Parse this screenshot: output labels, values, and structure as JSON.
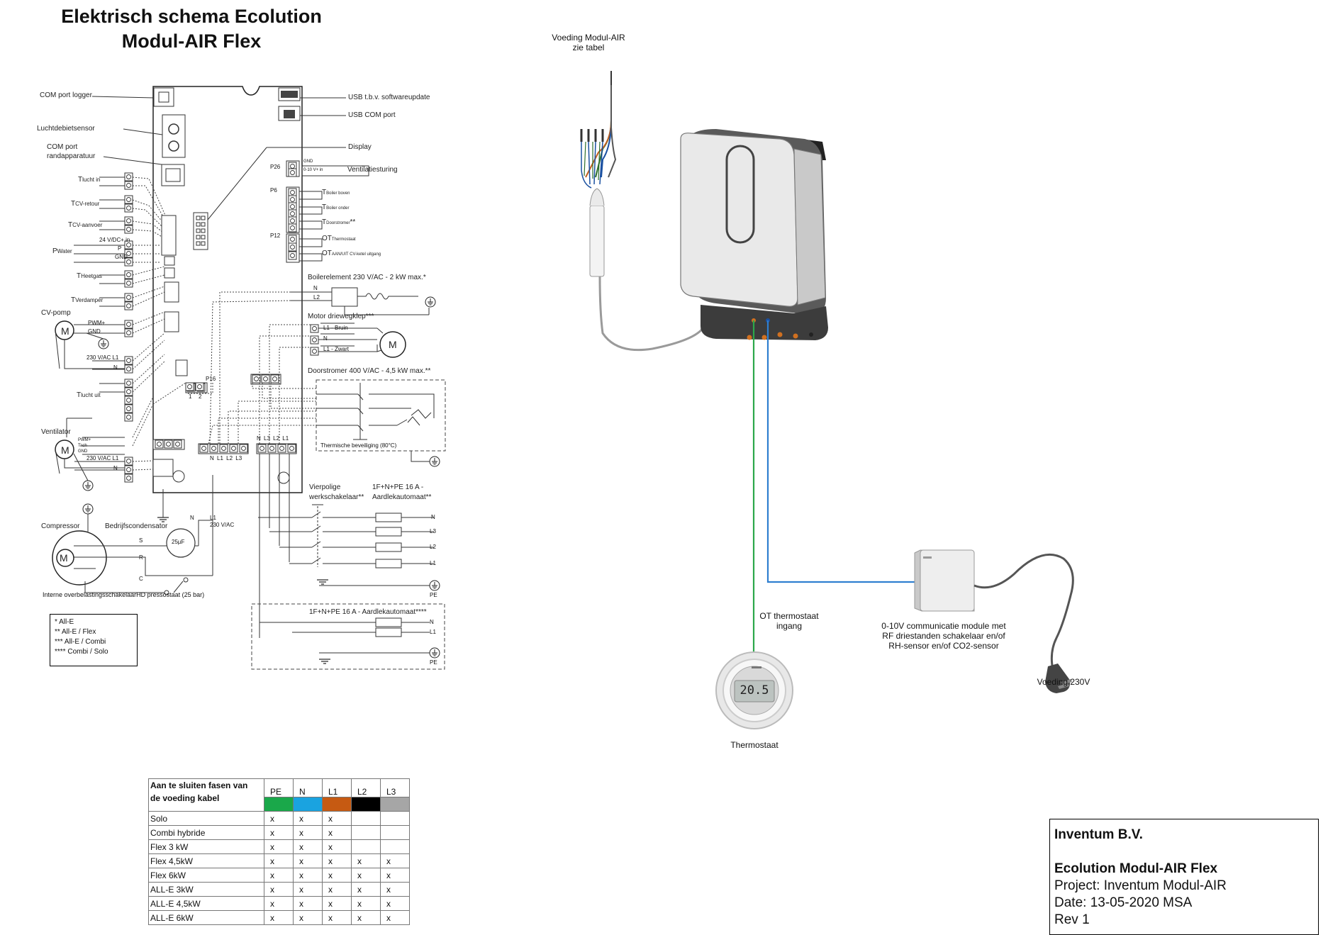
{
  "title": "Elektrisch schema Ecolution Modul-AIR Flex",
  "schematic": {
    "left_labels": {
      "com_logger": "COM port logger",
      "luchtdebiet": "Luchtdebietsensor",
      "com_rand_1": "COM port",
      "com_rand_2": "randapparatuur",
      "t_lucht_in": "T",
      "t_lucht_in_sub": "lucht in",
      "t_cv_retour": "T",
      "t_cv_retour_sub": "CV-retour",
      "t_cv_aanvoer": "T",
      "t_cv_aanvoer_sub": "CV-aanvoer",
      "p_water": "P",
      "p_water_sub": "Water",
      "p_24v": "24 V/DC+ in",
      "p_p": "P",
      "p_gnd": "GND",
      "t_heetgas": "T",
      "t_heetgas_sub": "Heetgas",
      "t_verdamper": "T",
      "t_verdamper_sub": "Verdamper",
      "cv_pomp": "CV-pomp",
      "pwm": "PWM+",
      "gnd": "GND",
      "v230_l1": "230 V/AC  L1",
      "n": "N",
      "t_lucht_uit": "T",
      "t_lucht_uit_sub": "lucht uit",
      "ventilator": "Ventilator",
      "pwm_vent": "PWM+",
      "tach": "Tach",
      "gnd_vent": "GND",
      "v230_l1_vent": "230 V/AC  L1",
      "n_vent": "N",
      "compressor": "Compressor",
      "bedrijfscond": "Bedrijfscondensator",
      "s": "S",
      "r": "R",
      "c": "C",
      "cap_25": "25µF",
      "n_comp": "N",
      "l1_comp": "L1",
      "v230_comp": "230 V/AC",
      "interne": "Interne overbelastingsschakelaar",
      "hd": "HD pressostaat (25 bar)",
      "p16": "P16",
      "p16_1": "1",
      "p16_2": "2"
    },
    "right_labels": {
      "usb_sw": "USB t.b.v. softwareupdate",
      "usb_com": "USB COM port",
      "display": "Display",
      "p26": "P26",
      "p26_gnd": "GND",
      "p26_010": "0-10 V+ in",
      "ventilatie": "Ventilatiesturing",
      "p6": "P6",
      "t_boiler_boven": "T",
      "t_boiler_boven_sub": "Boiler boven",
      "t_boiler_onder": "T",
      "t_boiler_onder_sub": "Boiler onder",
      "t_doorstromer": "T",
      "t_doorstromer_sub": "Doorstromer",
      "t_doorstromer_star": "**",
      "p12": "P12",
      "ot_thermo": "OT",
      "ot_thermo_sub": "Thermostaat",
      "ot_aan": "OT",
      "ot_aan_sub": "AAN/UIT CV-ketel uitgang",
      "boilerelement": "Boilerelement 230 V/AC - 2 kW max.*",
      "be_n": "N",
      "be_l2": "L2",
      "motor": "Motor driewegklep***",
      "m_bruin": "L1 - Bruin",
      "m_n": "N",
      "m_zwart": "L1 - Zwart",
      "doorstromer": "Doorstromer 400 V/AC - 4,5 kW max.**",
      "thermische": "Thermische beveiliging (80°C)",
      "term_left": "N   L1  L2  L3",
      "term_right": "N  L3  L2  L1",
      "vierpolige_1": "Vierpolige",
      "vierpolige_2": "werkschakelaar**",
      "aardlek_1a": "1F+N+PE 16 A -",
      "aardlek_1b": "Aardlekautomaat**",
      "out_n": "N",
      "out_l3": "L3",
      "out_l2": "L2",
      "out_l1": "L1",
      "pe": "PE",
      "aardlek_2": "1F+N+PE 16 A - Aardlekautomaat****",
      "out2_n": "N",
      "out2_l1": "L1",
      "pe2": "PE",
      "motor_m": "M"
    },
    "legend": [
      "* All-E",
      "** All-E / Flex",
      "*** All-E / Combi",
      "**** Combi / Solo"
    ]
  },
  "diagram": {
    "voeding_modul_1": "Voeding Modul-AIR",
    "voeding_modul_2": "zie tabel",
    "ot_ingang_1": "OT thermostaat",
    "ot_ingang_2": "ingang",
    "thermostaat": "Thermostaat",
    "thermo_display": "20.5",
    "module_1": "0-10V communicatie module met",
    "module_2": "RF driestanden schakelaar en/of",
    "module_3": "RH-sensor en/of CO2-sensor",
    "voeding_230": "Voeding 230V"
  },
  "phase_table": {
    "header_line1": "Aan te sluiten fasen van",
    "header_line2": "de voeding kabel",
    "columns": [
      "PE",
      "N",
      "L1",
      "L2",
      "L3"
    ],
    "column_colors": [
      "#1aa84a",
      "#1aa3e0",
      "#c65a12",
      "#000000",
      "#a6a6a6"
    ],
    "rows": [
      {
        "name": "Solo",
        "cells": [
          "x",
          "x",
          "x",
          "",
          ""
        ]
      },
      {
        "name": "Combi hybride",
        "cells": [
          "x",
          "x",
          "x",
          "",
          ""
        ]
      },
      {
        "name": "Flex 3 kW",
        "cells": [
          "x",
          "x",
          "x",
          "",
          ""
        ]
      },
      {
        "name": "Flex 4,5kW",
        "cells": [
          "x",
          "x",
          "x",
          "x",
          "x"
        ]
      },
      {
        "name": "Flex 6kW",
        "cells": [
          "x",
          "x",
          "x",
          "x",
          "x"
        ]
      },
      {
        "name": "ALL-E 3kW",
        "cells": [
          "x",
          "x",
          "x",
          "x",
          "x"
        ]
      },
      {
        "name": "ALL-E 4,5kW",
        "cells": [
          "x",
          "x",
          "x",
          "x",
          "x"
        ]
      },
      {
        "name": "ALL-E 6kW",
        "cells": [
          "x",
          "x",
          "x",
          "x",
          "x"
        ]
      }
    ]
  },
  "titleblock": {
    "company": "Inventum B.V.",
    "product": "Ecolution Modul-AIR Flex",
    "project": "Project:  Inventum Modul-AIR",
    "date": "Date: 13-05-2020 MSA",
    "rev": "Rev 1"
  },
  "colors": {
    "ot_wire": "#2ca84a",
    "module_wire": "#2f7fd0",
    "cable_gray": "#9a9a9a"
  }
}
